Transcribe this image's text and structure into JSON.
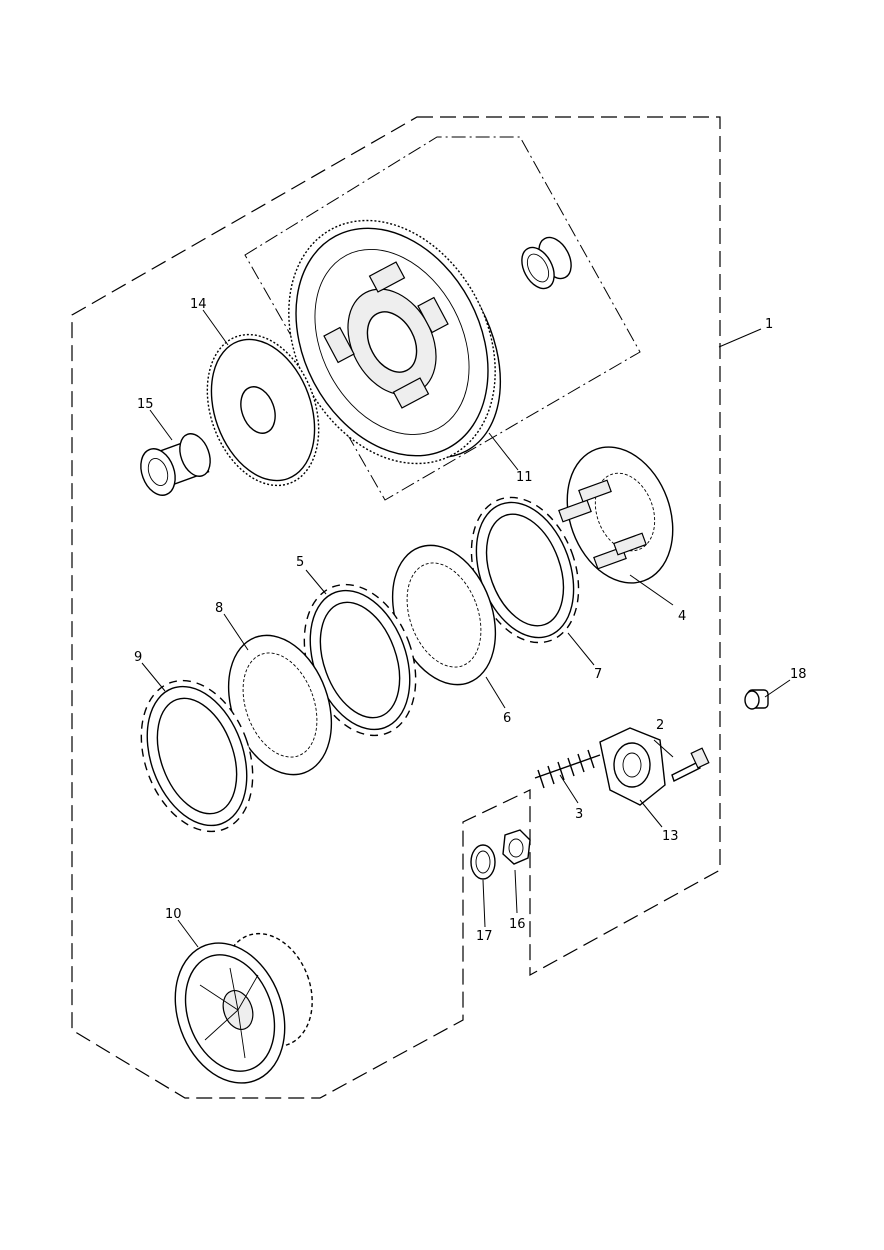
{
  "diagram": {
    "callouts": {
      "c1": "1",
      "c2": "2",
      "c3": "3",
      "c4": "4",
      "c5": "5",
      "c6": "6",
      "c7": "7",
      "c8": "8",
      "c9": "9",
      "c10": "10",
      "c11": "11",
      "c13": "13",
      "c14": "14",
      "c15": "15",
      "c16": "16",
      "c17": "17",
      "c18": "18"
    }
  }
}
